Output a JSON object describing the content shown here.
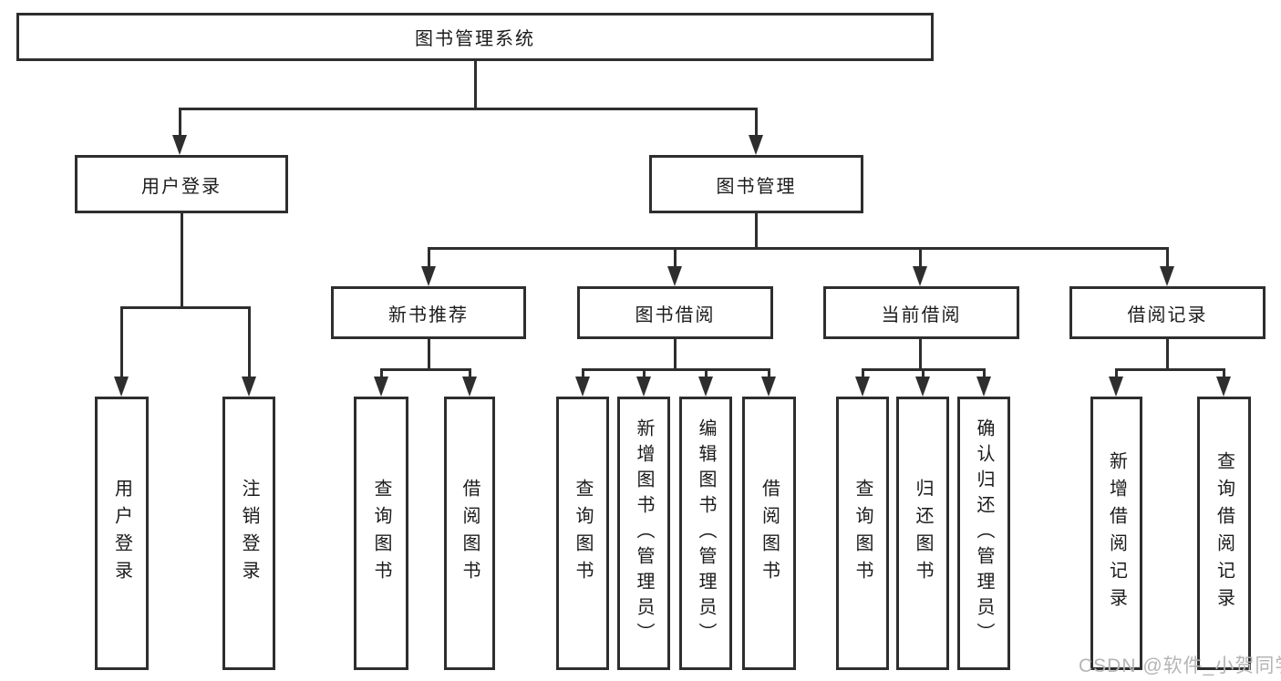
{
  "watermark": "CSDN @软件_小贺同学",
  "colors": {
    "background": "#ffffff",
    "line": "#2e2e2e",
    "box_border": "#2e2e2e",
    "box_fill": "#ffffff",
    "text": "#1b1b1b",
    "watermark": "#b5b5b5"
  },
  "nodes": {
    "root": {
      "label": "图书管理系统"
    },
    "user_login": {
      "label": "用户登录"
    },
    "book_mgmt": {
      "label": "图书管理"
    },
    "new_book_rec": {
      "label": "新书推荐"
    },
    "book_borrow": {
      "label": "图书借阅"
    },
    "current_borrow": {
      "label": "当前借阅"
    },
    "borrow_records": {
      "label": "借阅记录"
    },
    "leaf_user_login": {
      "label": "用户登录"
    },
    "leaf_logout": {
      "label": "注销登录"
    },
    "leaf_nbr_query": {
      "label": "查询图书"
    },
    "leaf_nbr_borrow": {
      "label": "借阅图书"
    },
    "leaf_bb_query": {
      "label": "查询图书"
    },
    "leaf_bb_add": {
      "label": "新增图书（管理员）"
    },
    "leaf_bb_edit": {
      "label": "编辑图书（管理员）"
    },
    "leaf_bb_borrow": {
      "label": "借阅图书"
    },
    "leaf_cb_query": {
      "label": "查询图书"
    },
    "leaf_cb_return": {
      "label": "归还图书"
    },
    "leaf_cb_confirm": {
      "label": "确认归还（管理员）"
    },
    "leaf_br_add": {
      "label": "新增借阅记录"
    },
    "leaf_br_query": {
      "label": "查询借阅记录"
    }
  },
  "hierarchy": {
    "root": [
      "user_login",
      "book_mgmt"
    ],
    "user_login": [
      "leaf_user_login",
      "leaf_logout"
    ],
    "book_mgmt": [
      "new_book_rec",
      "book_borrow",
      "current_borrow",
      "borrow_records"
    ],
    "new_book_rec": [
      "leaf_nbr_query",
      "leaf_nbr_borrow"
    ],
    "book_borrow": [
      "leaf_bb_query",
      "leaf_bb_add",
      "leaf_bb_edit",
      "leaf_bb_borrow"
    ],
    "current_borrow": [
      "leaf_cb_query",
      "leaf_cb_return",
      "leaf_cb_confirm"
    ],
    "borrow_records": [
      "leaf_br_add",
      "leaf_br_query"
    ]
  }
}
